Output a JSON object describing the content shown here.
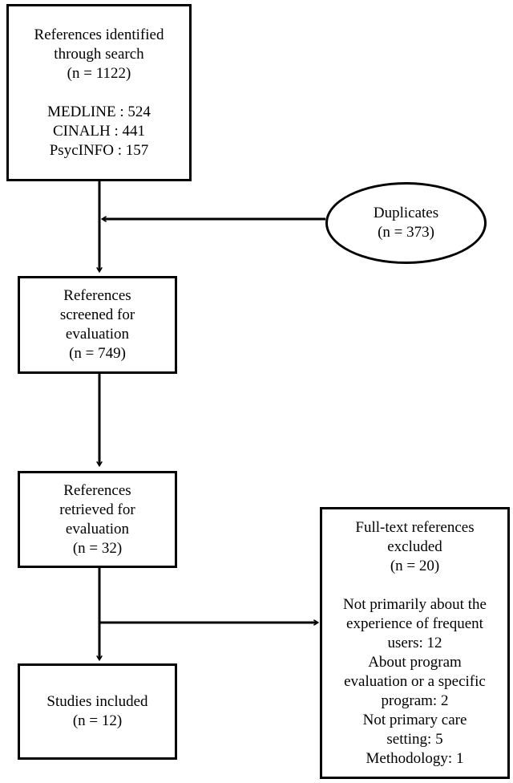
{
  "identified": {
    "lines": [
      "References identified",
      "through search",
      "(n = 1122)"
    ],
    "sources": [
      "MEDLINE : 524",
      "CINALH : 441",
      "PsycINFO : 157"
    ]
  },
  "duplicates": {
    "lines": [
      "Duplicates",
      "(n = 373)"
    ]
  },
  "screened": {
    "lines": [
      "References",
      "screened for",
      "evaluation",
      "(n = 749)"
    ]
  },
  "retrieved": {
    "lines": [
      "References",
      "retrieved for",
      "evaluation",
      "(n = 32)"
    ]
  },
  "excluded": {
    "lines": [
      "Full-text references",
      "excluded",
      "(n = 20)"
    ],
    "reasons": [
      "Not primarily about the",
      "experience of frequent",
      "users: 12",
      "About program",
      "evaluation or a specific",
      "program: 2",
      "Not primary care",
      "setting: 5",
      "Methodology: 1"
    ]
  },
  "included": {
    "lines": [
      "Studies included",
      "(n = 12)"
    ]
  }
}
